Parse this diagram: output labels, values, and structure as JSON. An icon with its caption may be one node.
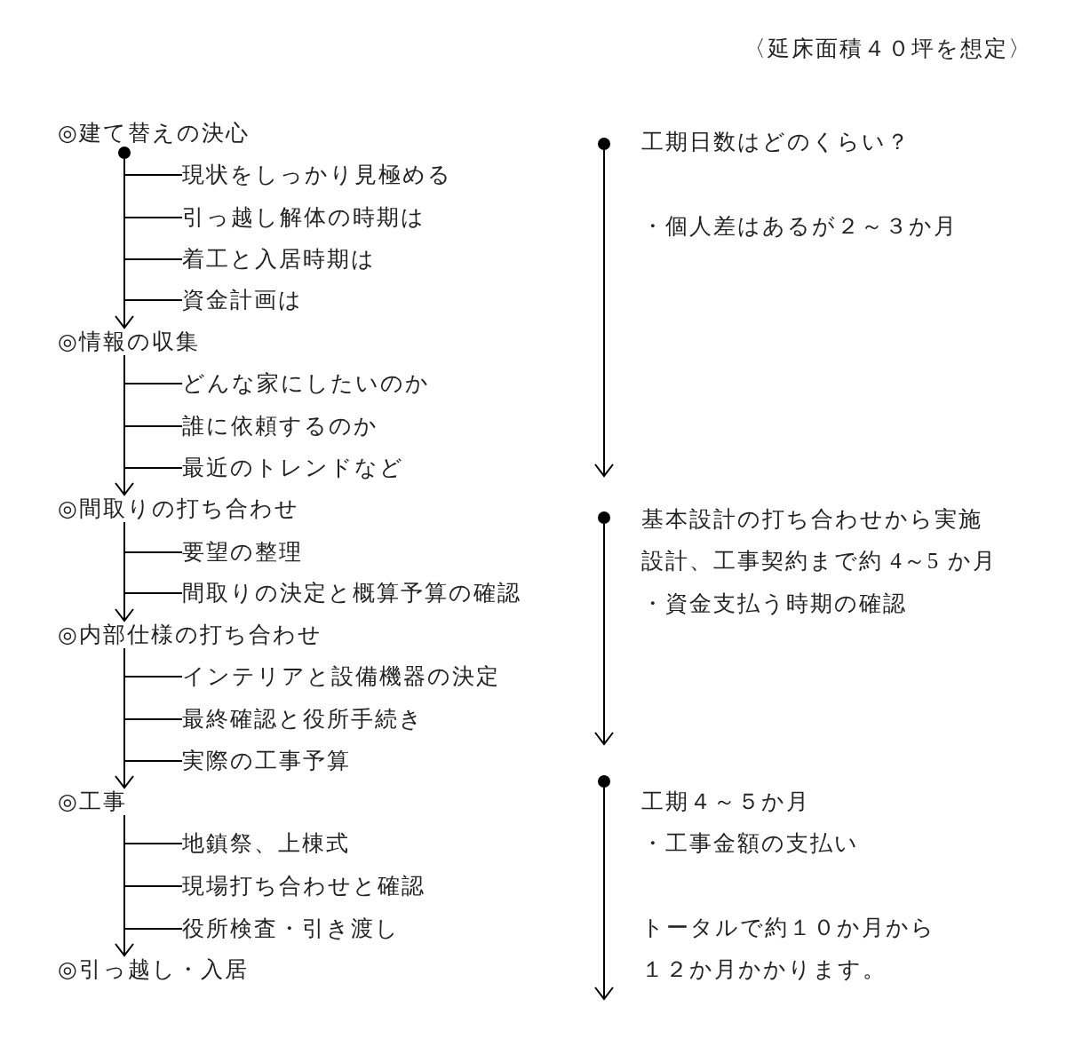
{
  "diagram": {
    "nodes": [
      {
        "text": [
          "◎建て替えの決心"
        ]
      },
      {
        "text": [],
        "shape": "circle"
      },
      {
        "text": [
          "現状をしっかり見極める"
        ]
      },
      {
        "text": [
          "引っ越し解体の時期は"
        ]
      },
      {
        "text": [
          "着工と入居時期は"
        ]
      },
      {
        "text": [
          "資金計画は"
        ]
      },
      {
        "text": [
          "◎情報の収集"
        ]
      },
      {
        "text": [
          "どんな家にしたいのか"
        ]
      },
      {
        "text": [
          "誰に依頼するのか"
        ]
      },
      {
        "text": [
          "最近のトレンドなど"
        ]
      },
      {
        "text": [
          "◎間取りの打ち合わせ"
        ]
      },
      {
        "text": [
          "要望の整理"
        ]
      },
      {
        "text": [
          "間取りの決定と概算予算の確認"
        ]
      },
      {
        "text": [
          "◎内部仕様の打ち合わせ"
        ]
      },
      {
        "text": [
          "インテリアと設備機器の決定"
        ]
      },
      {
        "text": [
          "最終確認と役所手続き"
        ]
      },
      {
        "text": [
          "実際の工事予算"
        ]
      },
      {
        "text": [
          "◎工事"
        ]
      },
      {
        "text": [
          "地鎮祭、上棟式"
        ]
      },
      {
        "text": [
          "現場打ち合わせと確認"
        ]
      },
      {
        "text": [
          "役所検査・引き渡し"
        ]
      },
      {
        "text": [
          "◎引っ越し・入居"
        ]
      },
      {
        "text": [],
        "shape": "circle",
        "beside": [
          "工期日数はどのくらい？",
          "・個人差はあるが２～３か月"
        ]
      },
      {
        "text": [],
        "shape": "circle",
        "beside": [
          "基本設計の打ち合わせから実施設計、工事契約まで約 4～5 か月",
          "・資金支払う時期の確認"
        ]
      },
      {
        "text": [],
        "shape": "circle",
        "beside": [
          "工期４～５か月",
          "・工事金額の支払い"
        ]
      }
    ],
    "edges": [
      {
        "from": 1,
        "to": 2,
        "arrow": "none"
      },
      {
        "from": 1,
        "to": 3,
        "arrow": "none"
      },
      {
        "from": 1,
        "to": 4,
        "arrow": "none"
      },
      {
        "from": 1,
        "to": 5,
        "arrow": "none"
      },
      {
        "from": 1,
        "to": 6,
        "arrow": "to"
      },
      {
        "from": 6,
        "to": 7,
        "arrow": "none"
      },
      {
        "from": 6,
        "to": 8,
        "arrow": "none"
      },
      {
        "from": 6,
        "to": 9,
        "arrow": "none"
      },
      {
        "from": 6,
        "to": 10,
        "arrow": "to"
      },
      {
        "from": 10,
        "to": 11,
        "arrow": "none"
      },
      {
        "from": 10,
        "to": 12,
        "arrow": "none"
      },
      {
        "from": 10,
        "to": 13,
        "arrow": "to"
      },
      {
        "from": 13,
        "to": 14,
        "arrow": "none"
      },
      {
        "from": 13,
        "to": 15,
        "arrow": "none"
      },
      {
        "from": 13,
        "to": 16,
        "arrow": "none"
      },
      {
        "from": 13,
        "to": 17,
        "arrow": "to"
      },
      {
        "from": 17,
        "to": 18,
        "arrow": "none"
      },
      {
        "from": 17,
        "to": 19,
        "arrow": "none"
      },
      {
        "from": 17,
        "to": 20,
        "arrow": "none"
      },
      {
        "from": 17,
        "to": 21,
        "arrow": "to"
      },
      {
        "from": 22,
        "to": null,
        "arrow": "to"
      },
      {
        "from": 23,
        "to": null,
        "arrow": "to"
      },
      {
        "from": 24,
        "to": null,
        "arrow": "to"
      }
    ],
    "labels": [
      "〈延床面積４０坪を想定〉",
      "トータルで約１０か月から１２か月かかります。"
    ]
  }
}
